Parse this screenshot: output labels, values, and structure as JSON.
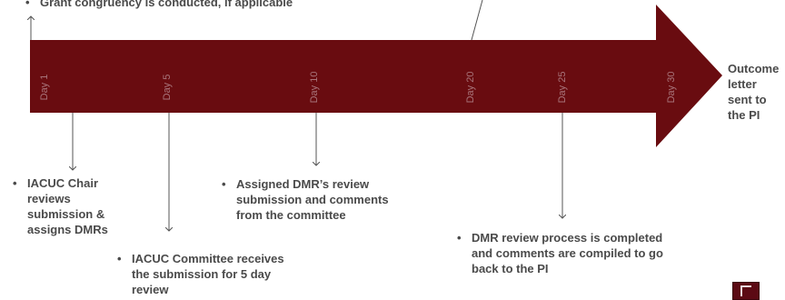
{
  "top_note": "Grant congruency is conducted, if applicable",
  "bullet_char": "•",
  "arrow_color": "#690c10",
  "days": [
    "Day 1",
    "Day 5",
    "Day 10",
    "Day 20",
    "Day 25",
    "Day 30"
  ],
  "outcome": "Outcome letter sent to the PI",
  "notes": {
    "chair": "IACUC Chair reviews submission & assigns DMRs",
    "committee": "IACUC Committee receives the submission for 5 day review",
    "dmr_assigned": "Assigned DMR’s review submission and comments from the committee",
    "dmr_complete": "DMR review process is completed and comments are compiled to go back to the PI"
  }
}
